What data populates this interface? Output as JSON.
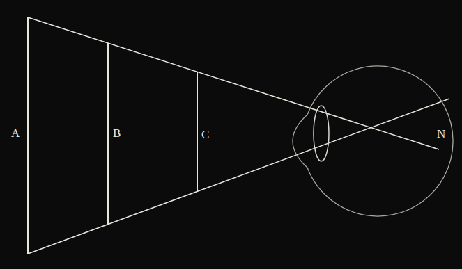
{
  "diagram": {
    "labels": [
      "A",
      "B",
      "C",
      "N"
    ]
  }
}
